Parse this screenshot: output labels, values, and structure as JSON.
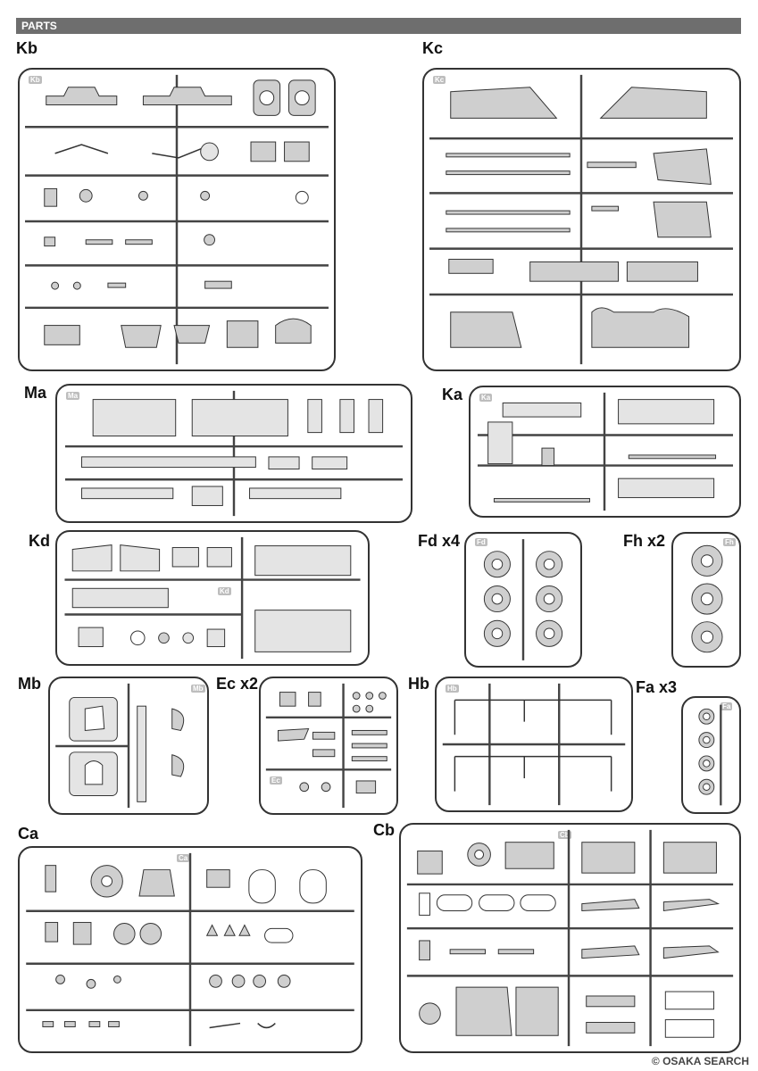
{
  "header": {
    "title": "PARTS"
  },
  "sprues": [
    {
      "id": "kb",
      "label": "Kb",
      "tag": "Kb"
    },
    {
      "id": "kc",
      "label": "Kc",
      "tag": "Kc"
    },
    {
      "id": "ma",
      "label": "Ma",
      "tag": "Ma"
    },
    {
      "id": "ka",
      "label": "Ka",
      "tag": "Ka"
    },
    {
      "id": "kd",
      "label": "Kd",
      "tag": "Kd"
    },
    {
      "id": "fd",
      "label": "Fd x4",
      "tag": "Fd"
    },
    {
      "id": "fh",
      "label": "Fh x2",
      "tag": "Fh"
    },
    {
      "id": "mb",
      "label": "Mb",
      "tag": "Mb"
    },
    {
      "id": "ec",
      "label": "Ec x2",
      "tag": "Ec"
    },
    {
      "id": "hb",
      "label": "Hb",
      "tag": "Hb"
    },
    {
      "id": "fa",
      "label": "Fa x3",
      "tag": "Fa"
    },
    {
      "id": "ca",
      "label": "Ca",
      "tag": "Ca"
    },
    {
      "id": "cb",
      "label": "Cb",
      "tag": "Cb"
    }
  ],
  "watermark": {
    "text": "OSAKA SEARCH",
    "brand_symbol": "©"
  }
}
